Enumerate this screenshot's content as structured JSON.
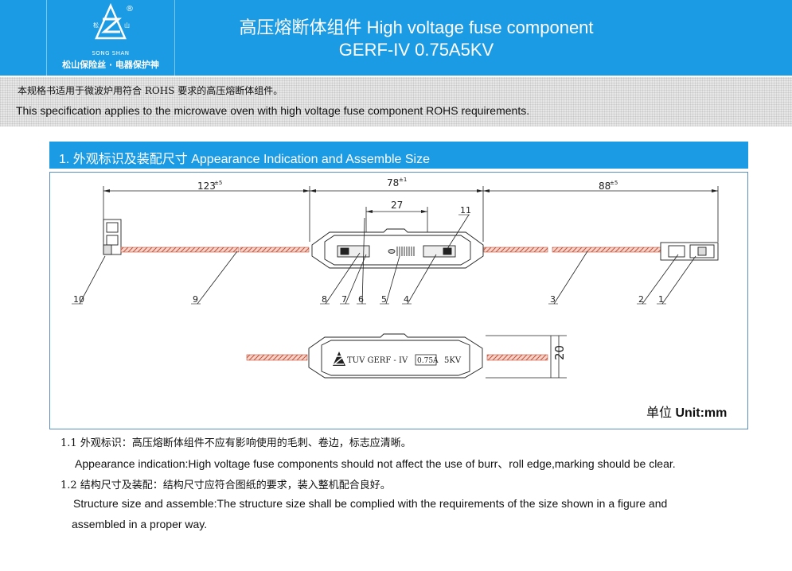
{
  "header": {
    "logo_registered": "®",
    "logo_char_left": "松",
    "logo_char_right": "山",
    "logo_en": "SONG SHAN",
    "logo_cn": "松山保险丝 · 电器保护神",
    "title_line1": "高压熔断体组件 High voltage fuse component",
    "title_line2": "GERF-IV 0.75A5KV"
  },
  "intro": {
    "cn": "本规格书适用于微波炉用符合 ROHS 要求的高压熔断体组件。",
    "en": "This specification applies to the microwave oven with high voltage fuse component ROHS requirements."
  },
  "section1": {
    "title": "1. 外观标识及装配尺寸 Appearance Indication and Assemble Size"
  },
  "drawing": {
    "dim_left": "123",
    "dim_left_tol": "±5",
    "dim_mid": "78",
    "dim_mid_tol": "±1",
    "dim_right": "88",
    "dim_right_tol": "±5",
    "dim_inner": "27",
    "dim_height": "20",
    "callouts": [
      "10",
      "9",
      "8",
      "7",
      "6",
      "5",
      "4",
      "3",
      "2",
      "1",
      "11"
    ],
    "label_text": "TUV GERF - IV",
    "label_rating": "0.75A",
    "label_voltage": "5KV",
    "unit_cn": "单位",
    "unit_en": "Unit:mm"
  },
  "specs": {
    "p1_cn": "1.1 外观标识：高压熔断体组件不应有影响使用的毛刺、卷边，标志应清晰。",
    "p1_en": "Appearance indication:High voltage fuse components should not affect the use of burr、roll edge,marking should be clear.",
    "p2_cn": "1.2 结构尺寸及装配：结构尺寸应符合图纸的要求，装入整机配合良好。",
    "p2_en_1": "Structure size and assemble:The structure size shall be complied with the requirements of the size shown in a figure and",
    "p2_en_2": "assembled in a proper way."
  }
}
